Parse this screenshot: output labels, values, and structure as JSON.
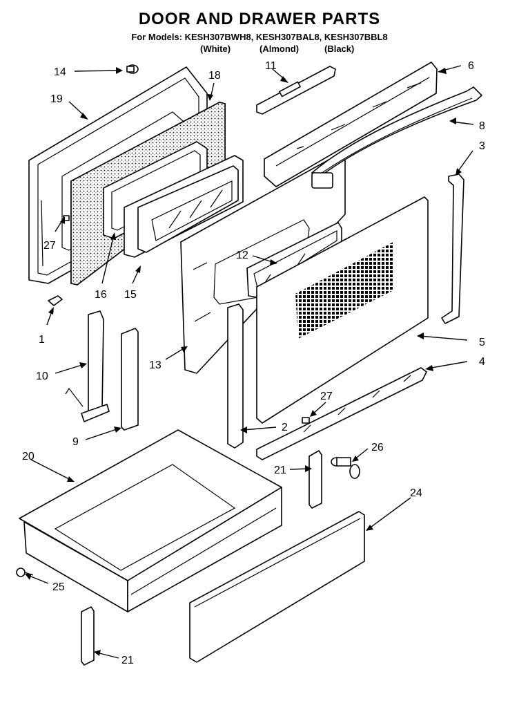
{
  "header": {
    "title": "DOOR AND DRAWER PARTS",
    "models_line": "For Models: KESH307BWH8, KESH307BAL8, KESH307BBL8",
    "variants": [
      "(White)",
      "(Almond)",
      "(Black)"
    ]
  },
  "callouts": {
    "c1": "1",
    "c2": "2",
    "c3": "3",
    "c4": "4",
    "c5": "5",
    "c6": "6",
    "c8": "8",
    "c9": "9",
    "c10": "10",
    "c11": "11",
    "c12": "12",
    "c13": "13",
    "c14": "14",
    "c15": "15",
    "c16": "16",
    "c18": "18",
    "c19": "19",
    "c20": "20",
    "c21a": "21",
    "c21b": "21",
    "c24": "24",
    "c25": "25",
    "c26": "26",
    "c27a": "27",
    "c27b": "27"
  }
}
